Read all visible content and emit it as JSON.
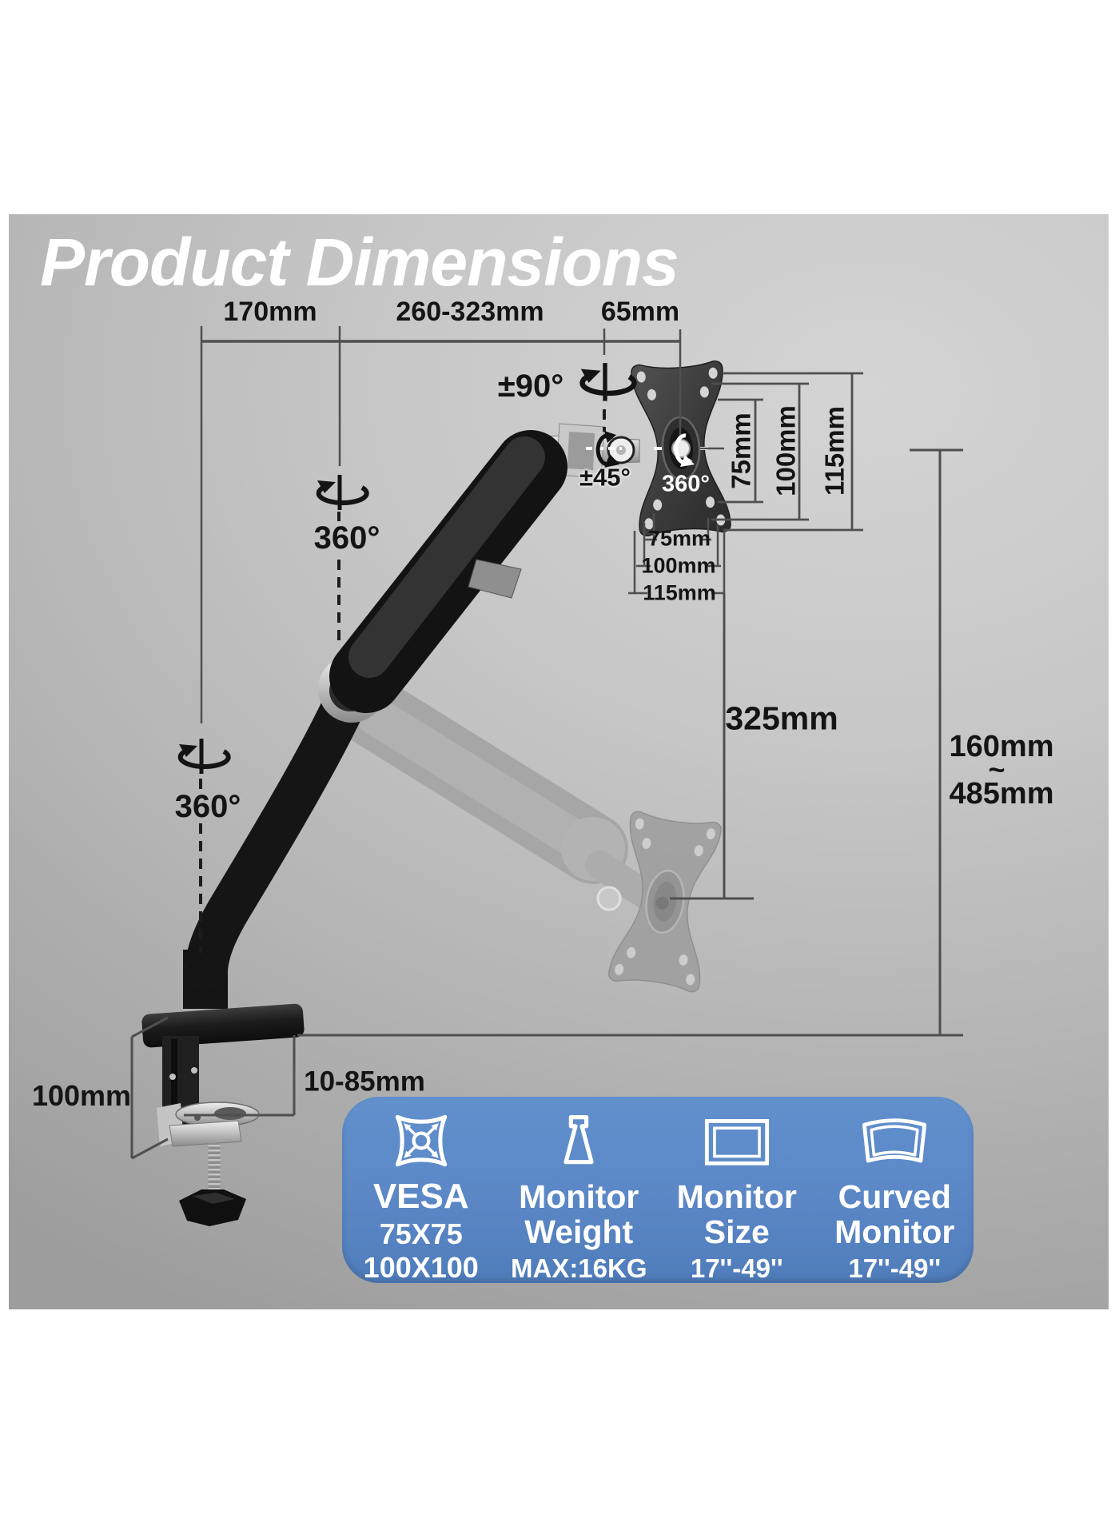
{
  "title": "Product Dimensions",
  "dimensions": {
    "top_segments": [
      "170mm",
      "260-323mm",
      "65mm"
    ],
    "swivel_head": "±90°",
    "tilt_head": "±45°",
    "swivel_upper": "360°",
    "swivel_base": "360°",
    "swivel_plate": "360°",
    "vesa_vertical": [
      "75mm",
      "100mm",
      "115mm"
    ],
    "vesa_horizontal": [
      "75mm",
      "100mm",
      "115mm"
    ],
    "arm_drop": "325mm",
    "height_range": [
      "160mm",
      "~",
      "485mm"
    ],
    "clamp_height": "100mm",
    "desk_thickness": "10-85mm"
  },
  "features": [
    {
      "icon": "vesa-pattern-icon",
      "lines": [
        "VESA",
        "75X75",
        "100X100"
      ]
    },
    {
      "icon": "weight-icon",
      "lines": [
        "Monitor",
        "Weight",
        "MAX:16KG"
      ]
    },
    {
      "icon": "monitor-size-icon",
      "lines": [
        "Monitor",
        "Size",
        "17''-49''"
      ]
    },
    {
      "icon": "curved-monitor-icon",
      "lines": [
        "Curved",
        "Monitor",
        "17''-49''"
      ]
    }
  ],
  "colors": {
    "banner_blue": "#5b87c6",
    "dimension_line": "#4f4f4f",
    "label_text": "#141414",
    "title": "#ffffff"
  }
}
